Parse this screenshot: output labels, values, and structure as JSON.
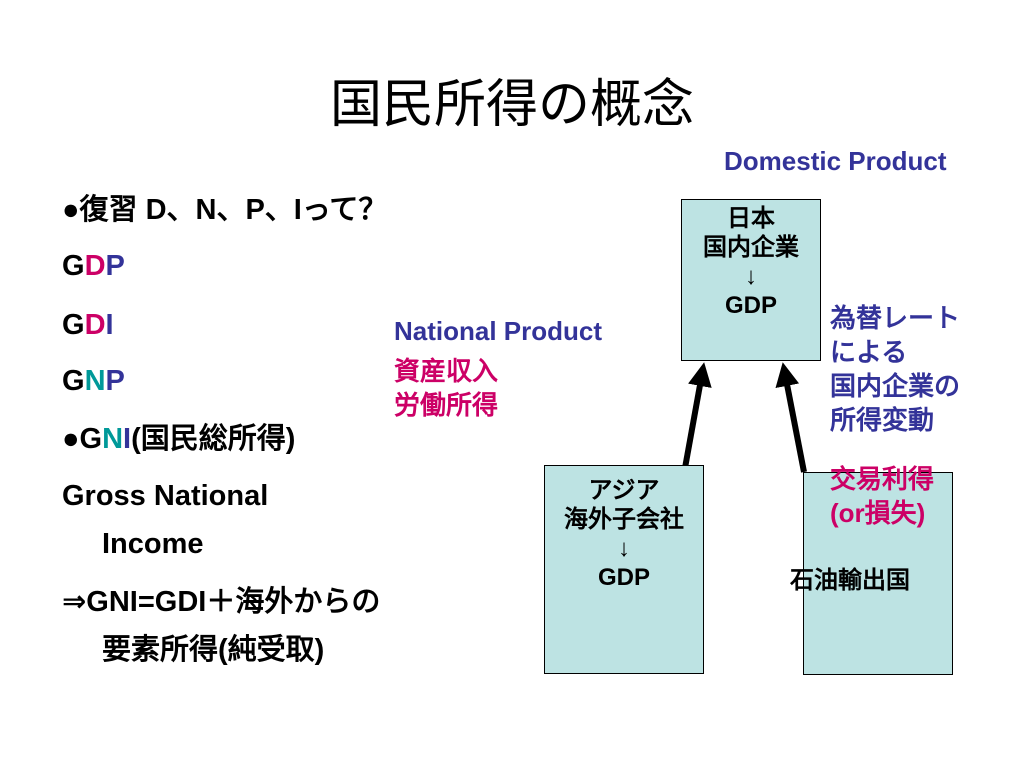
{
  "title": "国民所得の概念",
  "bullets": {
    "review": "●復習 D、N、P、Iって？",
    "gdp": {
      "g": "G",
      "d": "D",
      "p": "P"
    },
    "gdi": {
      "g": "G",
      "d": "D",
      "i": "I"
    },
    "gnp": {
      "g": "G",
      "n": "N",
      "p": "P"
    },
    "gni": {
      "bullet_g": "●G",
      "n": "N",
      "i": "I",
      "rest": "(国民総所得)"
    },
    "gross_line1": "Gross National",
    "gross_line2": "Income",
    "formula_line1": "⇒GNI=GDI＋海外からの",
    "formula_line2": "要素所得(純受取)"
  },
  "diagram": {
    "domestic_product": "Domestic Product",
    "japan_box": [
      "日本",
      "国内企業",
      "↓",
      "GDP"
    ],
    "national_product": "National Product",
    "np_items": [
      "資産収入",
      "労働所得"
    ],
    "asia_box": [
      "アジア",
      "海外子会社",
      "↓",
      "GDP"
    ],
    "oil_box": "石油輸出国",
    "exchange": [
      "為替レート",
      "による",
      "国内企業の",
      "所得変動"
    ],
    "trade": [
      "交易利得",
      "(or損失)"
    ]
  },
  "colors": {
    "blue": "#333399",
    "red": "#cc0066",
    "box": "#bde3e3"
  }
}
